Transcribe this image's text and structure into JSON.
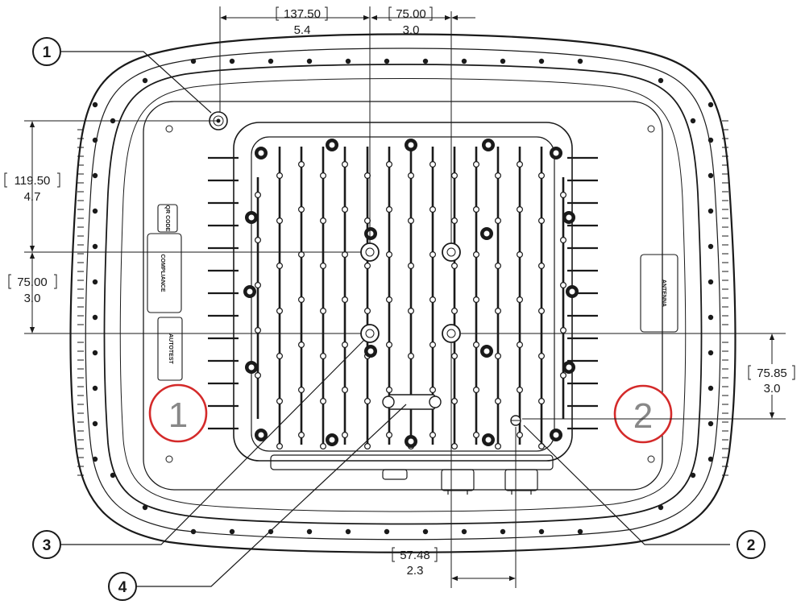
{
  "dimensions": {
    "top_left": {
      "mm": "137.50",
      "in": "5.4"
    },
    "top_right": {
      "mm": "75.00",
      "in": "3.0"
    },
    "left_upper": {
      "mm": "119.50",
      "in": "4.7"
    },
    "left_lower": {
      "mm": "75.00",
      "in": "3.0"
    },
    "right": {
      "mm": "75.85",
      "in": "3.0"
    },
    "bottom": {
      "mm": "57.48",
      "in": "2.3"
    }
  },
  "callouts": {
    "c1": "1",
    "c2": "2",
    "c3": "3",
    "c4": "4"
  },
  "ports": {
    "left": "1",
    "right": "2"
  },
  "labels": {
    "qr": "QR CODE",
    "compliance": "COMPLIANCE",
    "autotest": "AUTOTEST",
    "antenna": "ANTENNA"
  },
  "colors": {
    "line": "#1a1a1a",
    "accent_red": "#d42a2a"
  }
}
